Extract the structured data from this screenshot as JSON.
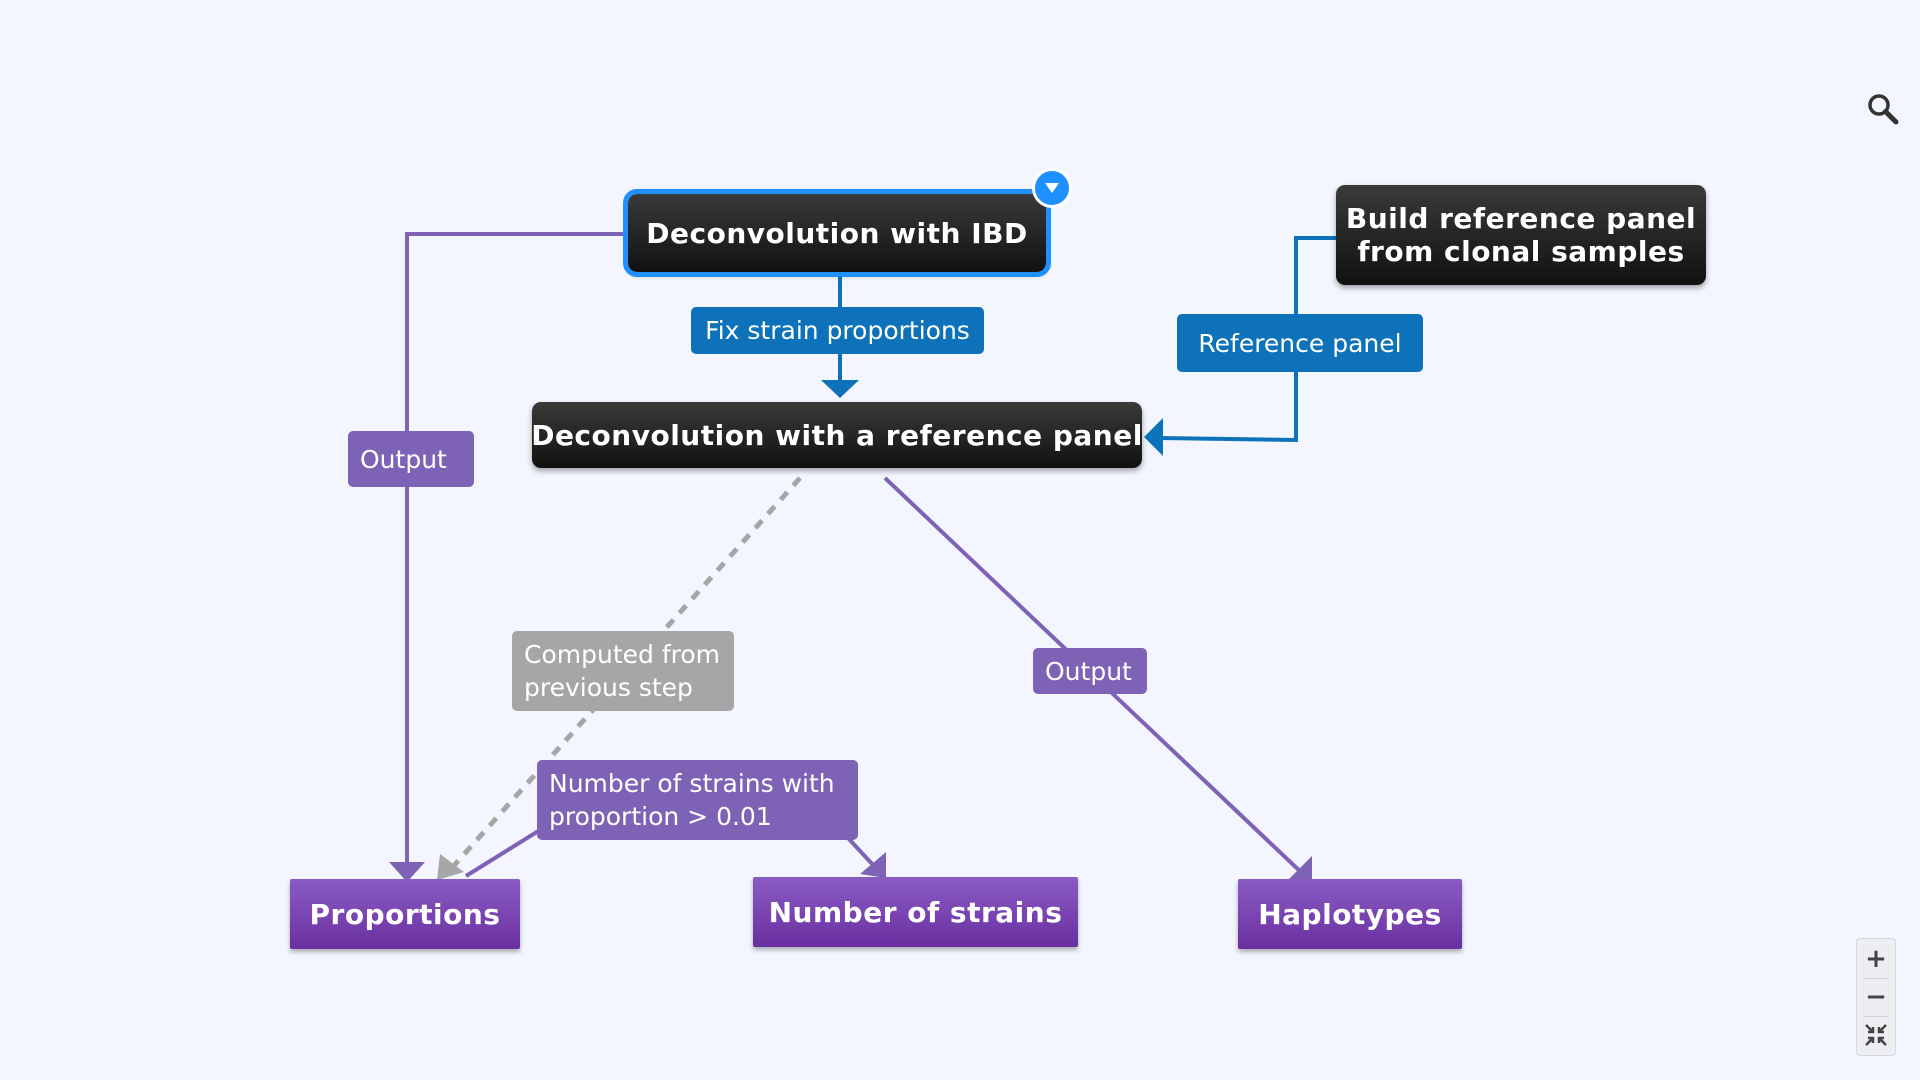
{
  "nodes": {
    "ibd": "Deconvolution with IBD",
    "reference_panel_deconv": "Deconvolution with a reference panel",
    "build_reference_line1": "Build reference panel",
    "build_reference_line2": "from clonal samples",
    "proportions": "Proportions",
    "number_of_strains": "Number of strains",
    "haplotypes": "Haplotypes"
  },
  "edge_labels": {
    "fix_strain_proportions": "Fix strain proportions",
    "reference_panel": "Reference panel",
    "output_left": "Output",
    "output_right": "Output",
    "computed_line1": "Computed from",
    "computed_line2": "previous step",
    "strains_line1": "Number of strains with",
    "strains_line2": "proportion > 0.01"
  },
  "colors": {
    "selection": "#1e90ff",
    "blue_edge": "#0d72b9",
    "purple_edge": "#7e62b6",
    "gray_edge": "#a6a6a6",
    "background": "#f3f6fe"
  },
  "controls": {
    "zoom_in": "+",
    "zoom_out": "−"
  },
  "icons": [
    "search-icon",
    "dropdown-arrow-icon",
    "zoom-in-icon",
    "zoom-out-icon",
    "fit-to-screen-icon"
  ]
}
